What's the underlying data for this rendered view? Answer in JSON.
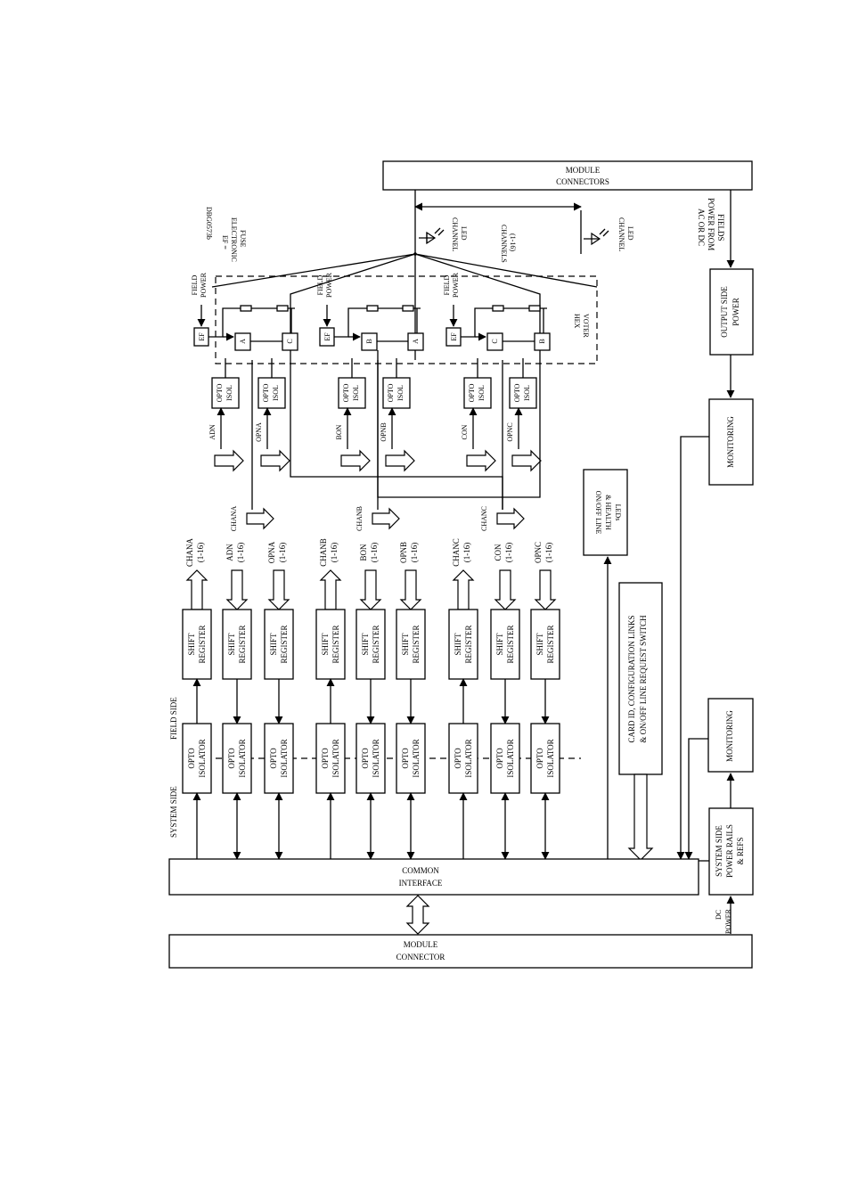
{
  "title_code": "DBG0573b",
  "legend": {
    "ef": [
      "EF =",
      "ELECTRONIC",
      "FUSE"
    ]
  },
  "blocks": {
    "module_connectors": [
      "MODULE",
      "CONNECTORS"
    ],
    "module_connector": [
      "MODULE",
      "CONNECTOR"
    ],
    "common_interface": [
      "COMMON",
      "INTERFACE"
    ],
    "output_side_power": [
      "OUTPUT SIDE",
      "POWER"
    ],
    "monitoring": "MONITORING",
    "system_side_power": [
      "SYSTEM SIDE",
      "POWER RAILS",
      "& REFS"
    ],
    "on_off_leds": [
      "ON/OFF LINE",
      "& HEALTH",
      "LEDs"
    ],
    "card_id": [
      "CARD ID, CONFIGURATION LINKS",
      "& ON/OFF LINE REQUEST SWITCH"
    ],
    "hex_voter": [
      "HEX",
      "VOTER"
    ]
  },
  "labels": {
    "channels": [
      "CHANNELS",
      "(1-16)"
    ],
    "channel_led": [
      "CHANNEL",
      "LED"
    ],
    "ac_dc": [
      "AC OR DC",
      "POWER FROM",
      "FIELDS"
    ],
    "dc_power": [
      "DC",
      "POWER"
    ],
    "field_power": [
      "FIELD",
      "POWER"
    ],
    "ef": "EF",
    "system_side": "SYSTEM SIDE",
    "field_side": "FIELD SIDE",
    "shift_register": [
      "SHIFT",
      "REGISTER"
    ],
    "opto_isolator": [
      "OPTO",
      "ISOLATOR"
    ],
    "opto_isol": [
      "OPTO",
      "ISOL"
    ],
    "range": "(1-16)"
  },
  "voter_cells": [
    "A",
    "C",
    "B",
    "A",
    "C",
    "B"
  ],
  "field_signals": [
    "ADN",
    "OPNA",
    "BON",
    "OPNB",
    "CON",
    "OPNC"
  ],
  "field_chan": [
    "CHANA",
    "CHANB",
    "CHANC"
  ],
  "sys_signals": [
    "CHANA",
    "ADN",
    "OPNA",
    "CHANB",
    "BON",
    "OPNB",
    "CHANC",
    "CON",
    "OPNC"
  ]
}
